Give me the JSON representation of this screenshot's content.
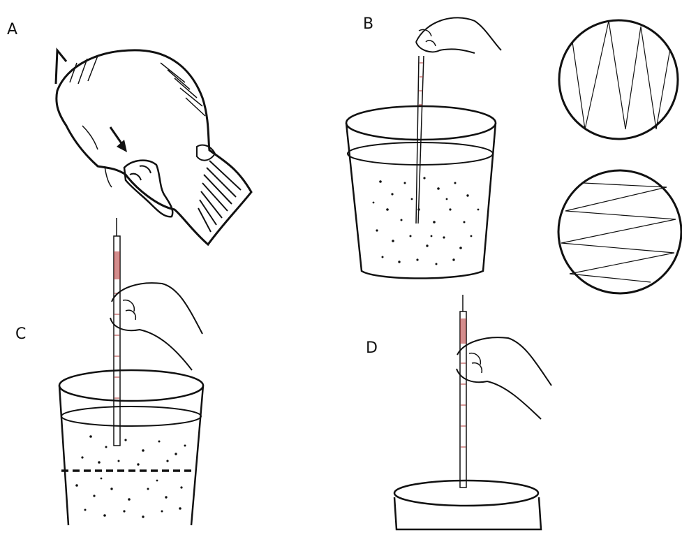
{
  "panels": {
    "a": {
      "label": "A"
    },
    "b": {
      "label": "B"
    },
    "c": {
      "label": "C"
    },
    "d": {
      "label": "D"
    }
  },
  "colors": {
    "ink": "#111111",
    "pipette_marks": "#b03030",
    "paper": "#ffffff"
  },
  "icons": [
    "fish-icon",
    "down-arrow-icon",
    "hand-icon",
    "pipette-icon",
    "beaker-icon",
    "petri-dish-icon",
    "zigzag-pattern-icon",
    "streak-pattern-icon",
    "dashed-line-icon"
  ]
}
